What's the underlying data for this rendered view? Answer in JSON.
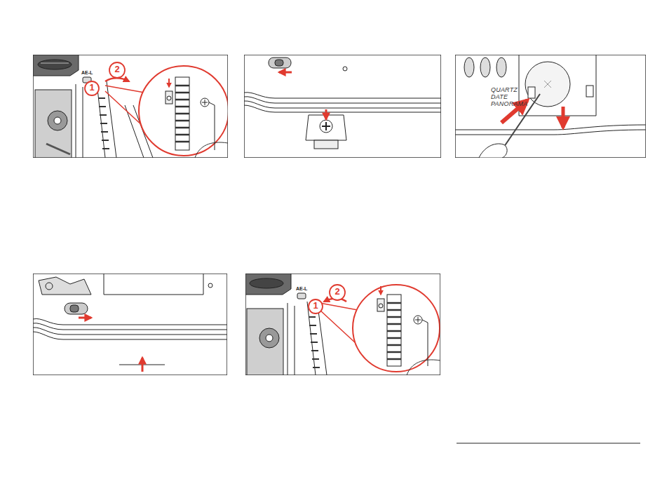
{
  "diagram": {
    "labels": [
      "AE-L",
      "2",
      "1",
      "QUARTZ DATE PANORAMA",
      "AE-L",
      "2",
      "1"
    ]
  }
}
